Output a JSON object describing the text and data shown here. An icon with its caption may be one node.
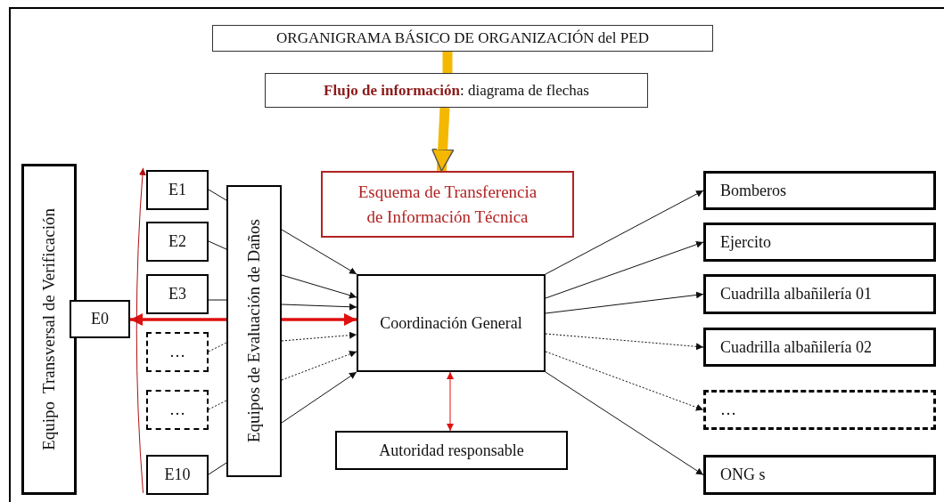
{
  "diagram": {
    "nodes": [
      {
        "text": [
          "ORGANIGRAMA BÁSICO DE ORGANIZACIÓN del PED"
        ]
      },
      {
        "text": [
          "**Flujo de información**: diagrama de flechas"
        ]
      },
      {
        "text": [
          "Equipo  Transversal de Verificación"
        ]
      },
      {
        "text": [
          "E0"
        ]
      },
      {
        "text": [
          "E1"
        ]
      },
      {
        "text": [
          "E2"
        ]
      },
      {
        "text": [
          "E3"
        ]
      },
      {
        "text": [
          "…"
        ]
      },
      {
        "text": [
          "…"
        ]
      },
      {
        "text": [
          "E10"
        ]
      },
      {
        "text": [
          "Equipos de Evaluación de Daños"
        ]
      },
      {
        "text": [
          "Esquema de Transferencia de Información Técnica"
        ]
      },
      {
        "text": [
          "Coordinación General"
        ]
      },
      {
        "text": [
          "Autoridad responsable"
        ]
      },
      {
        "text": [
          "Bomberos"
        ]
      },
      {
        "text": [
          "Ejercito"
        ]
      },
      {
        "text": [
          "Cuadrilla albañilería 01"
        ]
      },
      {
        "text": [
          "Cuadrilla albañilería 02"
        ]
      },
      {
        "text": [
          "…"
        ]
      },
      {
        "text": [
          "ONG s"
        ]
      }
    ],
    "edges": [
      {
        "from": 0,
        "to": 1,
        "arrow": "none",
        "style": "thick",
        "color": "#f5b800"
      },
      {
        "from": 1,
        "to": 11,
        "arrow": "to",
        "style": "thick",
        "color": "#f5b800"
      },
      {
        "from": 4,
        "to": 10,
        "arrow": "none"
      },
      {
        "from": 5,
        "to": 10,
        "arrow": "none"
      },
      {
        "from": 6,
        "to": 10,
        "arrow": "none"
      },
      {
        "from": 7,
        "to": 10,
        "arrow": "none",
        "style": "dashed"
      },
      {
        "from": 8,
        "to": 10,
        "arrow": "none",
        "style": "dashed"
      },
      {
        "from": 9,
        "to": 10,
        "arrow": "none"
      },
      {
        "from": 10,
        "to": 12,
        "arrow": "to"
      },
      {
        "from": 10,
        "to": 12,
        "arrow": "to"
      },
      {
        "from": 10,
        "to": 12,
        "arrow": "to"
      },
      {
        "from": 10,
        "to": 12,
        "arrow": "to",
        "style": "dashed"
      },
      {
        "from": 10,
        "to": 12,
        "arrow": "to",
        "style": "dashed"
      },
      {
        "from": 10,
        "to": 12,
        "arrow": "to"
      },
      {
        "from": 10,
        "to": 3,
        "arrow": "to",
        "style": "thick",
        "color": "#e01010"
      },
      {
        "from": 10,
        "to": 12,
        "arrow": "to",
        "style": "thick",
        "color": "#e01010"
      },
      {
        "from": 9,
        "to": 4,
        "arrow": "to",
        "color": "#b01010"
      },
      {
        "from": 12,
        "to": 13,
        "arrow": "both",
        "color": "#e01010"
      },
      {
        "from": 12,
        "to": 14,
        "arrow": "to"
      },
      {
        "from": 12,
        "to": 15,
        "arrow": "to"
      },
      {
        "from": 12,
        "to": 16,
        "arrow": "to"
      },
      {
        "from": 12,
        "to": 17,
        "arrow": "to",
        "style": "dashed"
      },
      {
        "from": 12,
        "to": 18,
        "arrow": "to",
        "style": "dashed"
      },
      {
        "from": 12,
        "to": 19,
        "arrow": "to"
      }
    ]
  }
}
